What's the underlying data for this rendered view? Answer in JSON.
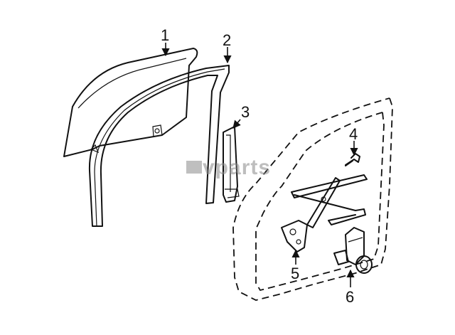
{
  "diagram": {
    "watermark": "vparts",
    "callouts": [
      {
        "id": "1",
        "label": "1"
      },
      {
        "id": "2",
        "label": "2"
      },
      {
        "id": "3",
        "label": "3"
      },
      {
        "id": "4",
        "label": "4"
      },
      {
        "id": "5",
        "label": "5"
      },
      {
        "id": "6",
        "label": "6"
      }
    ]
  }
}
